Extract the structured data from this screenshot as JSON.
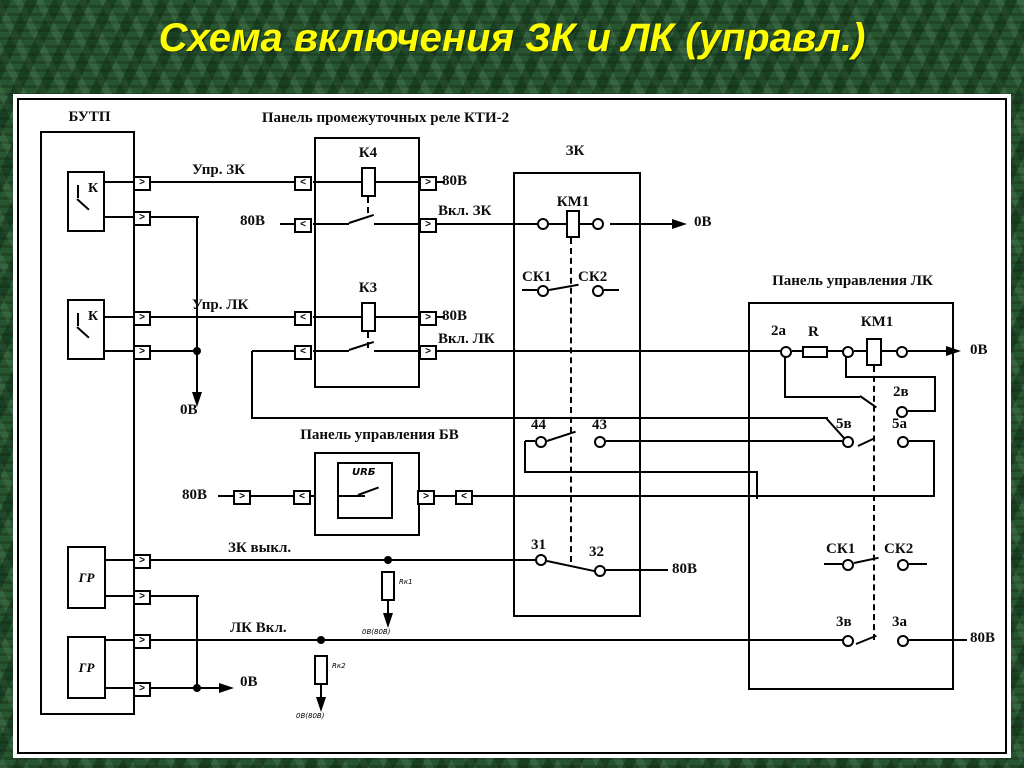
{
  "title": "Схема включения ЗК и ЛК (управл.)",
  "colors": {
    "background": "#27552f",
    "title": "#ffff00",
    "line": "#000000",
    "panel": "#ffffff"
  },
  "icons": {
    "plug": ">",
    "socket": "<"
  },
  "labels": {
    "v80": "80В",
    "v0": "0В",
    "v0_80": "0В(80В)",
    "upr_zk": "Упр. ЗК",
    "upr_lk": "Упр. ЛК",
    "vkl_zk": "Вкл. ЗК",
    "vkl_lk": "Вкл. ЛК",
    "zk_vykl": "ЗК выкл.",
    "lk_vkl": "ЛК Вкл.",
    "r1": "Rк1",
    "r2": "Rк2"
  },
  "butp": {
    "title": "БУТП",
    "relay": "К",
    "gr": "ГР"
  },
  "kti2": {
    "title": "Панель промежуточных реле КТИ-2",
    "k4": "К4",
    "k3": "К3"
  },
  "zk": {
    "title": "ЗК",
    "km1": "КМ1",
    "sk1": "СК1",
    "sk2": "СК2",
    "c44": "44",
    "c43": "43",
    "c31": "31",
    "c32": "32"
  },
  "bv": {
    "title": "Панель управления БВ",
    "urb": "URБ"
  },
  "lk": {
    "title": "Панель управления ЛК",
    "km1": "КМ1",
    "r": "R",
    "t2a": "2а",
    "t2v": "2в",
    "t5v": "5в",
    "t5a": "5а",
    "sk1": "СК1",
    "sk2": "СК2",
    "t3v": "3в",
    "t3a": "3а"
  }
}
